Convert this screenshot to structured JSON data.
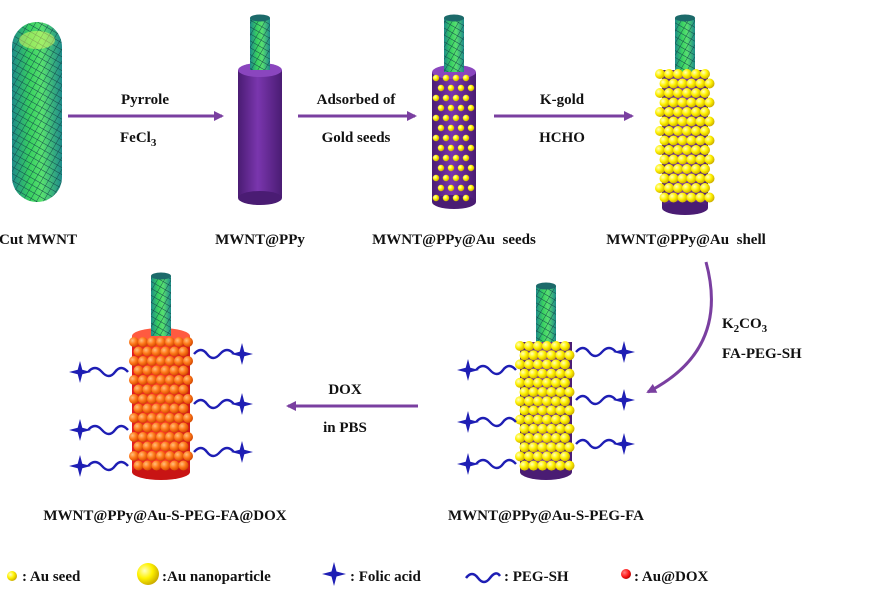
{
  "labels": {
    "cut_mwnt": "Cut MWNT",
    "mwnt_ppy": "MWNT@PPy",
    "mwnt_ppy_au_seeds": "MWNT@PPy@Au  seeds",
    "mwnt_ppy_au_shell": "MWNT@PPy@Au  shell",
    "mwnt_ppy_au_s_peg_fa": "MWNT@PPy@Au-S-PEG-FA",
    "mwnt_ppy_au_s_peg_fa_dox": "MWNT@PPy@Au-S-PEG-FA@DOX"
  },
  "steps": {
    "step1": {
      "line1": "Pyrrole",
      "line2_main": "FeCl",
      "line2_sub": "3"
    },
    "step2": {
      "line1": "Adsorbed of",
      "line2": "Gold seeds"
    },
    "step3": {
      "line1": "K-gold",
      "line2": "HCHO"
    },
    "step4": {
      "line1_a": "K",
      "line1_sub1": "2",
      "line1_b": "CO",
      "line1_sub2": "3",
      "line2": "FA-PEG-SH"
    },
    "step5": {
      "line1": "DOX",
      "line2": "in PBS"
    }
  },
  "legend": {
    "au_seed": ": Au seed",
    "au_nanoparticle": ":Au nanoparticle",
    "folic_acid": ": Folic acid",
    "peg_sh": ": PEG-SH",
    "au_dox": ": Au@DOX"
  },
  "colors": {
    "arrow": "#7a3fa0",
    "ppy": "#6a2c9a",
    "gold": "#f5e20a",
    "dox": "#ff4b12",
    "folic": "#1e1eb4",
    "nanotube": "#2ea86a"
  }
}
